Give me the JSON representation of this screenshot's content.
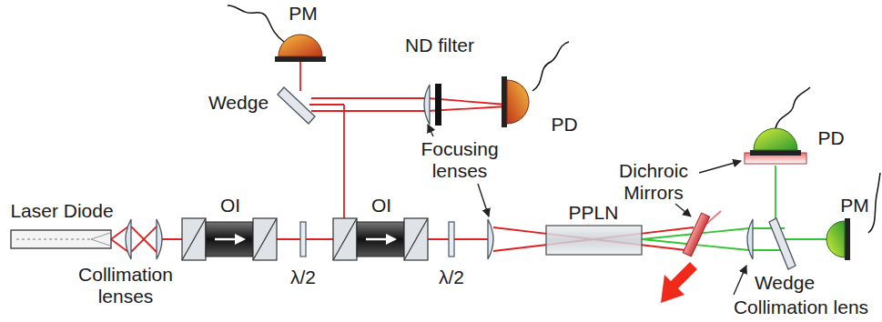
{
  "diagram": {
    "labels": [
      "PM",
      "Wedge",
      "ND filter",
      "PD",
      "Focusing lenses",
      "Dichroic Mirrors",
      "PD",
      "PM",
      "Laser Diode",
      "Collimation lenses",
      "OI",
      "λ/2",
      "OI",
      "λ/2",
      "PPLN",
      "Wedge",
      "Collimation lens"
    ]
  }
}
